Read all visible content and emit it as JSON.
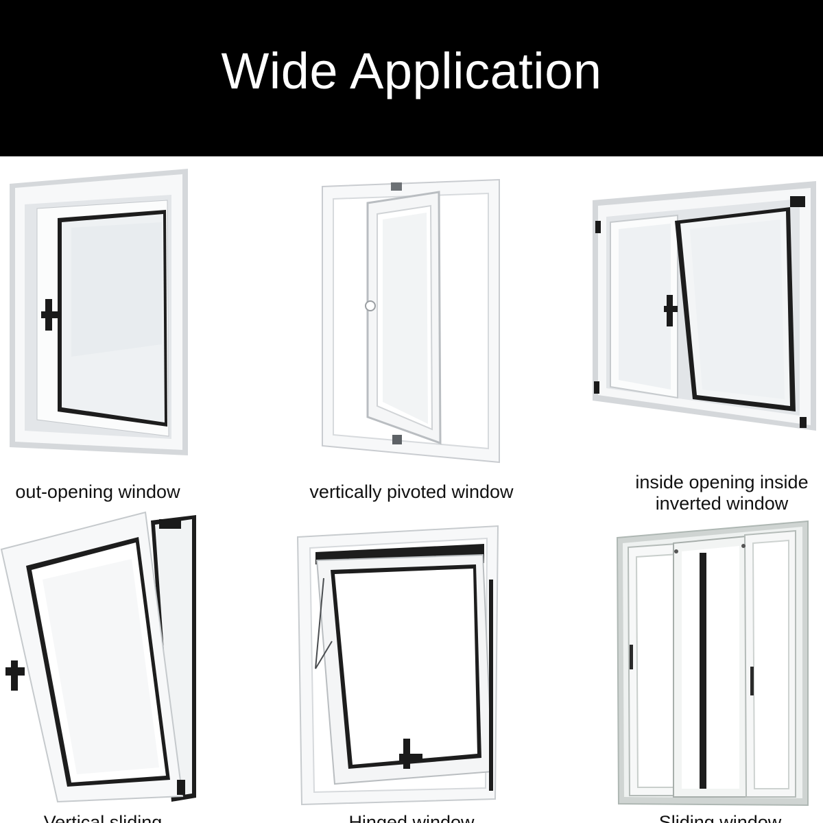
{
  "header": {
    "title": "Wide Application"
  },
  "tiles": [
    {
      "caption": "out-opening window"
    },
    {
      "caption": "vertically pivoted window"
    },
    {
      "caption": "inside opening inside inverted window"
    },
    {
      "caption": "Vertical sliding"
    },
    {
      "caption": "Hinged window"
    },
    {
      "caption": "Sliding window"
    }
  ],
  "colors": {
    "header_bg": "#000000",
    "header_text": "#ffffff",
    "frame_outer": "#c9ccd0",
    "frame_white": "#f7f8f9",
    "glass": "#eef1f3",
    "hardware": "#1a1a1a"
  }
}
